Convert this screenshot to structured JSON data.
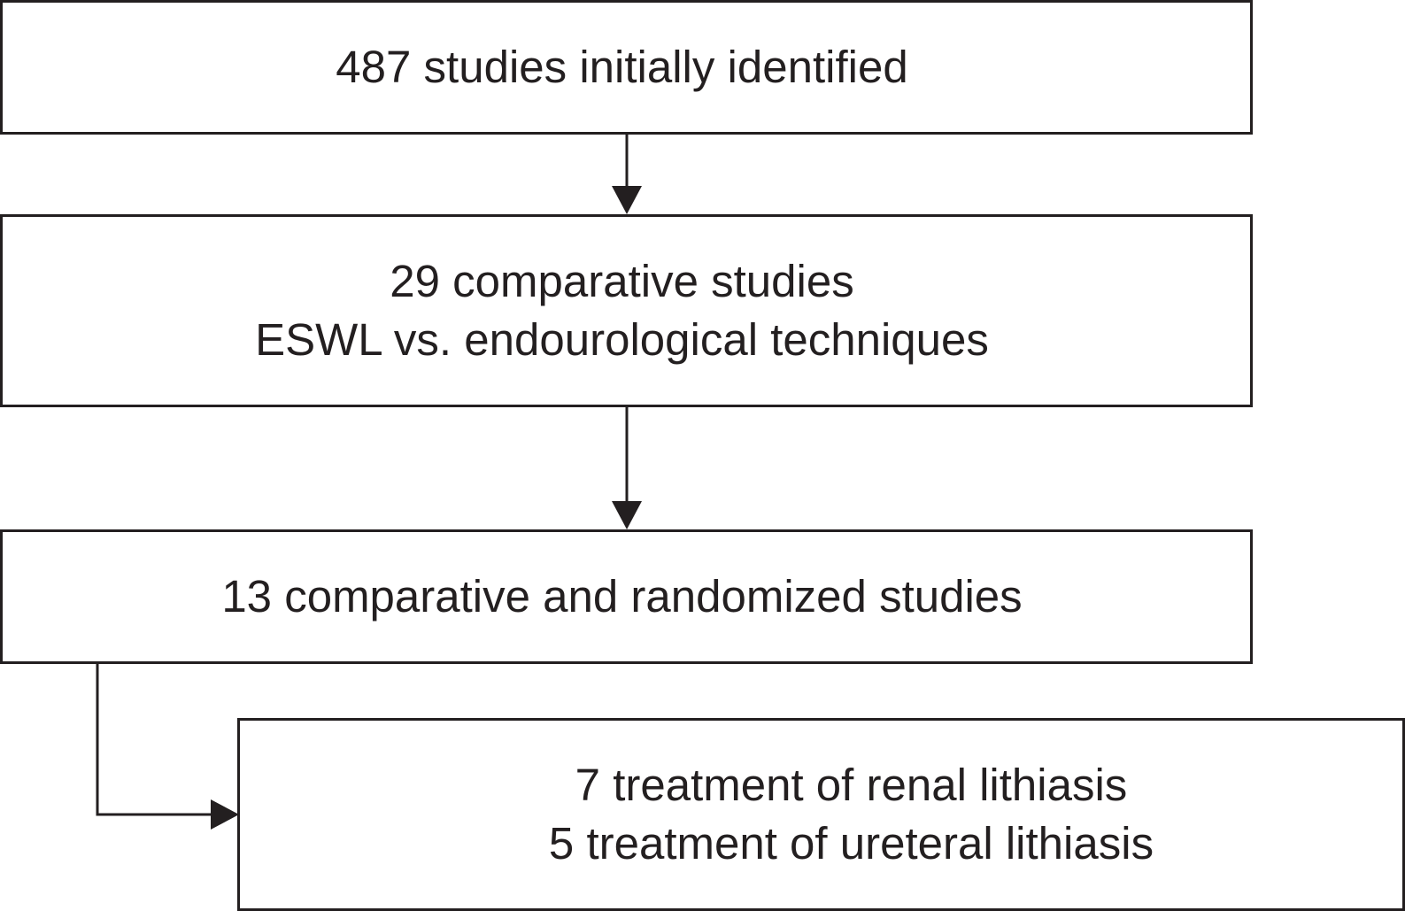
{
  "flowchart": {
    "boxes": [
      {
        "lines": [
          "487 studies initially identified"
        ]
      },
      {
        "lines": [
          "29 comparative studies",
          "ESWL vs. endourological techniques"
        ]
      },
      {
        "lines": [
          "13 comparative and randomized studies"
        ]
      },
      {
        "lines": [
          "7 treatment of renal lithiasis",
          "5 treatment of ureteral lithiasis"
        ]
      }
    ]
  },
  "colors": {
    "stroke": "#231f20",
    "background": "#ffffff"
  }
}
